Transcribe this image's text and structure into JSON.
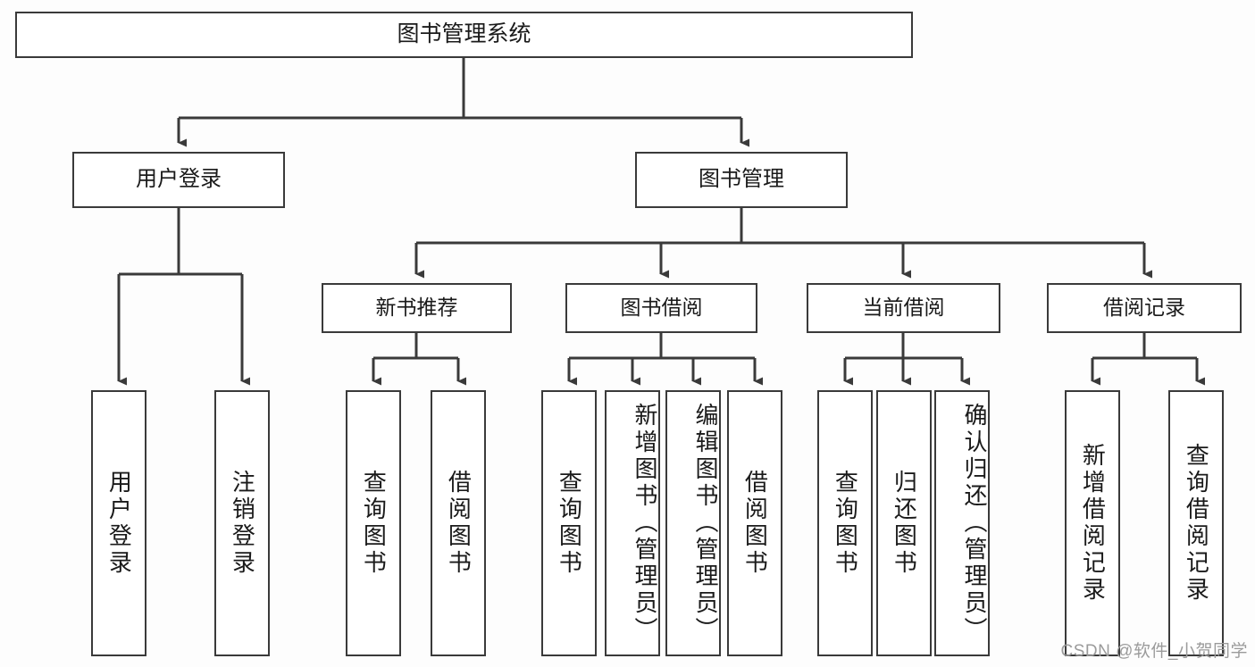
{
  "diagram": {
    "title": "图书管理系统",
    "type": "hierarchy-tree",
    "colors": {
      "background": "#fdfdfd",
      "box_fill": "#ffffff",
      "box_border": "#3a3a3a",
      "connector": "#3a3a3a",
      "text": "#1a1a1a",
      "watermark": "#9b9b9b"
    },
    "root": {
      "label": "图书管理系统"
    },
    "level1": [
      {
        "label": "用户登录"
      },
      {
        "label": "图书管理"
      }
    ],
    "level2": [
      {
        "label": "新书推荐"
      },
      {
        "label": "图书借阅"
      },
      {
        "label": "当前借阅"
      },
      {
        "label": "借阅记录"
      }
    ],
    "leaves": {
      "user_login": [
        {
          "label": "用户登录"
        },
        {
          "label": "注销登录"
        }
      ],
      "new_book_recommend": [
        {
          "label": "查询图书"
        },
        {
          "label": "借阅图书"
        }
      ],
      "book_borrow": [
        {
          "label": "查询图书"
        },
        {
          "label": "新增图书（管理员）"
        },
        {
          "label": "编辑图书（管理员）"
        },
        {
          "label": "借阅图书"
        }
      ],
      "current_borrow": [
        {
          "label": "查询图书"
        },
        {
          "label": "归还图书"
        },
        {
          "label": "确认归还（管理员）"
        }
      ],
      "borrow_record": [
        {
          "label": "新增借阅记录"
        },
        {
          "label": "查询借阅记录"
        }
      ]
    }
  },
  "watermark": {
    "text": "CSDN @软件_小贺同学"
  }
}
